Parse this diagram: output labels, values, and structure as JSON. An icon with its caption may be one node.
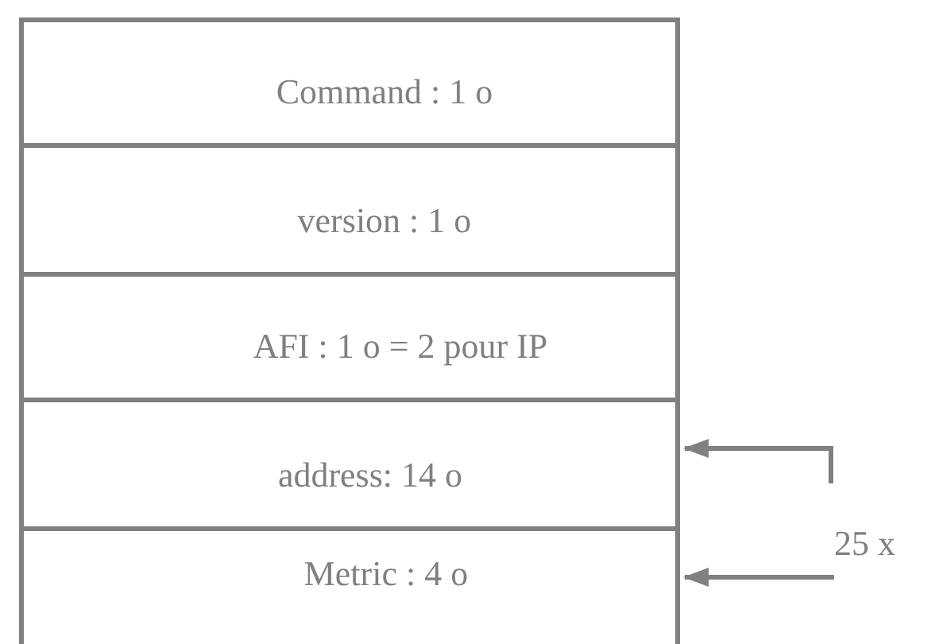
{
  "diagram": {
    "nodes": [
      {
        "text": [
          "Command : 1 o"
        ]
      },
      {
        "text": [
          "version : 1 o"
        ]
      },
      {
        "text": [
          "AFI : 1 o = 2 pour IP"
        ]
      },
      {
        "text": [
          "address: 14 o"
        ]
      },
      {
        "text": [
          "Metric : 4 o"
        ]
      }
    ],
    "edges": [
      {
        "from": null,
        "to": 3,
        "arrow": "to"
      },
      {
        "from": null,
        "to": 4,
        "arrow": "to"
      }
    ],
    "labels": [
      "25 x"
    ]
  }
}
